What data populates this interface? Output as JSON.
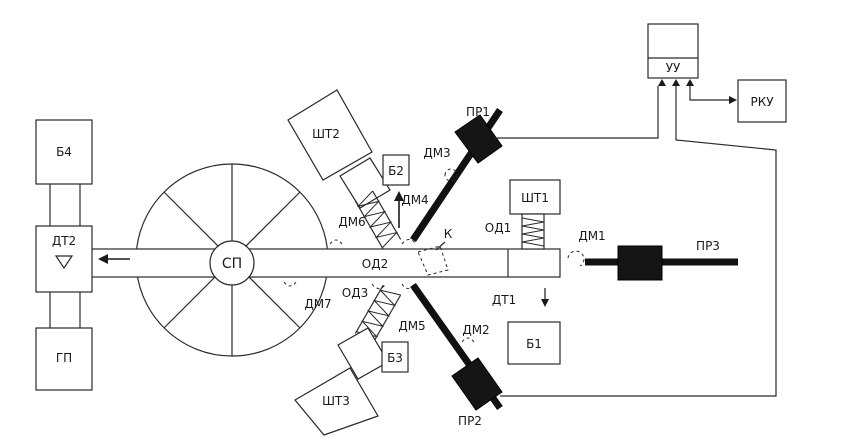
{
  "labels": {
    "b4": "Б4",
    "dt2": "ДТ2",
    "gp": "ГП",
    "sht2": "ШТ2",
    "b2": "Б2",
    "dm3": "ДМ3",
    "pr1": "ПР1",
    "dm4": "ДМ4",
    "dm6": "ДМ6",
    "k": "К",
    "sp": "СП",
    "od2": "ОД2",
    "sht1": "ШТ1",
    "od1": "ОД1",
    "dm1": "ДМ1",
    "pr3": "ПР3",
    "dm7": "ДМ7",
    "od3": "ОД3",
    "dm5": "ДМ5",
    "dt1": "ДТ1",
    "dm2": "ДМ2",
    "b1": "Б1",
    "sht3": "ШТ3",
    "b3": "Б3",
    "pr2": "ПР2",
    "uu": "УУ",
    "rku": "РКУ"
  }
}
